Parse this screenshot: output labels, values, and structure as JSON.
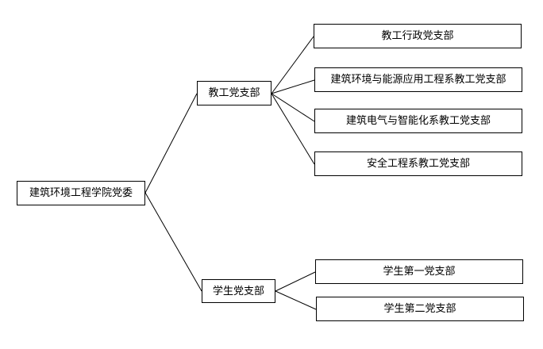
{
  "diagram": {
    "root": {
      "label": "建筑环境工程学院党委"
    },
    "branches": [
      {
        "label": "教工党支部",
        "children": [
          {
            "label": "教工行政党支部"
          },
          {
            "label": "建筑环境与能源应用工程系教工党支部"
          },
          {
            "label": "建筑电气与智能化系教工党支部"
          },
          {
            "label": "安全工程系教工党支部"
          }
        ]
      },
      {
        "label": "学生党支部",
        "children": [
          {
            "label": "学生第一党支部"
          },
          {
            "label": "学生第二党支部"
          }
        ]
      }
    ],
    "line_color": "#000000",
    "box_border_color": "#000000"
  }
}
